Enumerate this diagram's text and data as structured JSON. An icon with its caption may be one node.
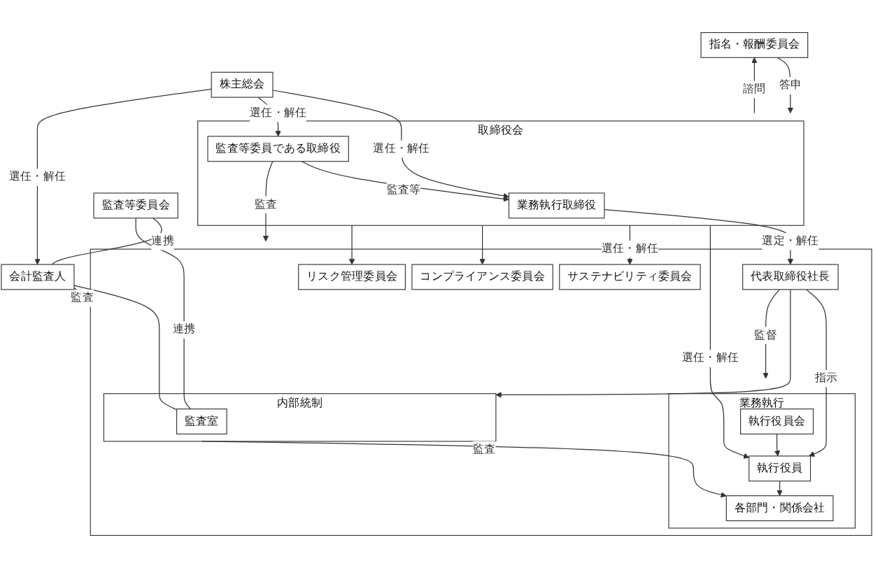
{
  "diagram": {
    "nodes": [
      {
        "text": [
          "株主総会"
        ]
      },
      {
        "text": [
          "指名・報酬委員会"
        ]
      },
      {
        "text": [
          "取締役会"
        ]
      },
      {
        "text": [
          "業務執行取締役"
        ],
        "in": 2
      },
      {
        "text": [
          "監査等委員である取締役"
        ],
        "in": 2
      },
      {
        "text": [
          "監査等委員会"
        ]
      },
      {
        "text": [
          "会計監査人"
        ]
      },
      {
        "text": [],
        "shape": "box"
      },
      {
        "text": [
          "代表取締役社長"
        ],
        "in": 7
      },
      {
        "text": [
          "内部統制"
        ],
        "in": 7
      },
      {
        "text": [
          "監査室"
        ],
        "in": 9
      },
      {
        "text": [
          "サステナビリティ委員会"
        ],
        "in": 7
      },
      {
        "text": [
          "コンプライアンス委員会"
        ],
        "in": 7
      },
      {
        "text": [
          "リスク管理委員会"
        ],
        "in": 7
      },
      {
        "text": [
          "業務執行"
        ],
        "in": 7
      },
      {
        "text": [
          "執行役員会"
        ],
        "in": 14
      },
      {
        "text": [
          "執行役員"
        ],
        "in": 14
      },
      {
        "text": [
          "各部門・関係会社"
        ],
        "in": 14
      }
    ],
    "edges": [
      {
        "from": 0,
        "to": 3,
        "arrow": "to",
        "label": "選任・解任"
      },
      {
        "from": 0,
        "to": 4,
        "arrow": "to",
        "label": "選任・解任"
      },
      {
        "from": 0,
        "to": 6,
        "arrow": "to",
        "label": "選任・解任"
      },
      {
        "from": 2,
        "to": 1,
        "arrow": "to",
        "label": "諮問"
      },
      {
        "from": 1,
        "to": 2,
        "arrow": "to",
        "label": "答申"
      },
      {
        "from": 4,
        "to": 3,
        "arrow": "to",
        "label": "監査等"
      },
      {
        "from": 5,
        "to": 6,
        "arrow": "none",
        "label": "連携"
      },
      {
        "from": 2,
        "to": 16,
        "arrow": "to",
        "label": "選任・解任"
      },
      {
        "from": 3,
        "to": 8,
        "arrow": "to",
        "label": "選定・解任"
      },
      {
        "from": 4,
        "to": 7,
        "arrow": "to",
        "label": "監査"
      },
      {
        "from": 6,
        "to": 7,
        "arrow": "to",
        "label": "監査"
      },
      {
        "from": 5,
        "to": 10,
        "arrow": "none",
        "label": "連携"
      },
      {
        "from": 6,
        "to": 10,
        "arrow": "none"
      },
      {
        "from": 8,
        "to": 9,
        "arrow": "to"
      },
      {
        "from": 2,
        "to": 11,
        "arrow": "to",
        "label": "選任・解任"
      },
      {
        "from": 2,
        "to": 12,
        "arrow": "to"
      },
      {
        "from": 2,
        "to": 13,
        "arrow": "to"
      },
      {
        "from": 8,
        "to": 14,
        "arrow": "to",
        "label": "監督"
      },
      {
        "from": 8,
        "to": 16,
        "arrow": "to",
        "label": "指示"
      },
      {
        "from": 15,
        "to": 16,
        "arrow": "to"
      },
      {
        "from": 16,
        "to": 17,
        "arrow": "to"
      },
      {
        "from": 9,
        "to": 17,
        "arrow": "to",
        "label": "監査"
      }
    ]
  }
}
